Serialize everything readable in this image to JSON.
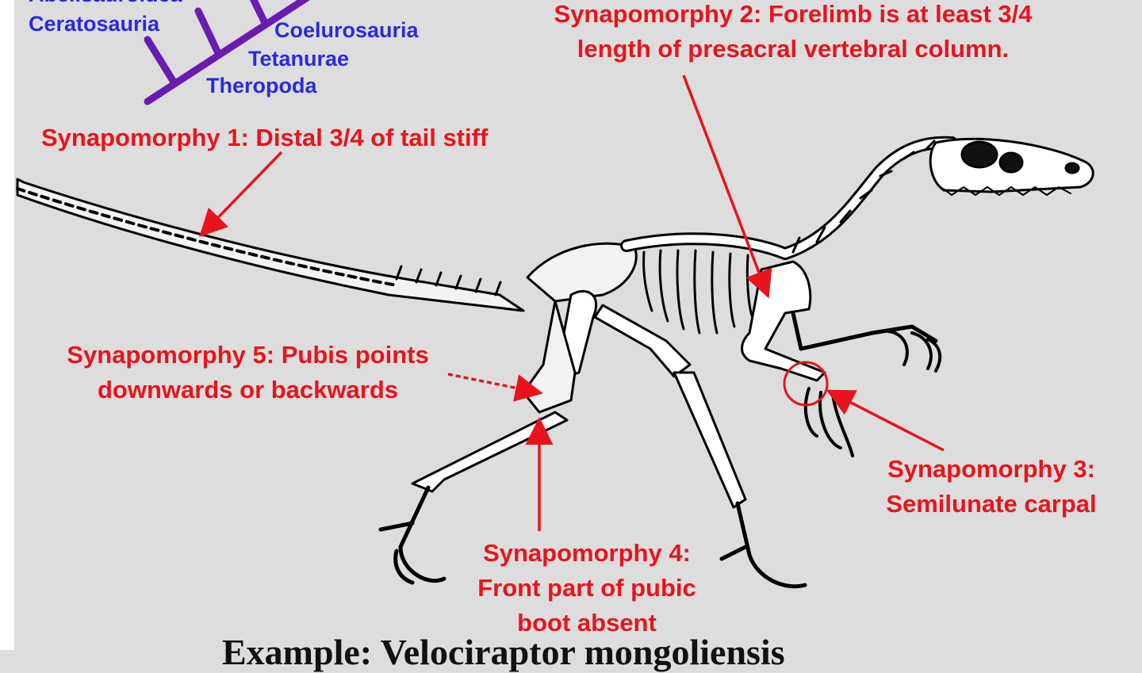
{
  "cladogram": {
    "taxa": [
      "Abelisauroidea",
      "Ceratosauria",
      "Coelurosauria",
      "Tetanurae",
      "Theropoda"
    ],
    "line_color": "#6a1bb0",
    "text_color": "#2a2ae0"
  },
  "annotations": {
    "syn1": {
      "lines": [
        "Synapomorphy 1: Distal 3/4 of tail stiff"
      ]
    },
    "syn2": {
      "lines": [
        "Synapomorphy 2: Forelimb is at least 3/4",
        "length of presacral vertebral column."
      ]
    },
    "syn3": {
      "lines": [
        "Synapomorphy 3:",
        "Semilunate carpal"
      ]
    },
    "syn4": {
      "lines": [
        "Synapomorphy 4:",
        "Front part of pubic",
        "boot absent"
      ]
    },
    "syn5": {
      "lines": [
        "Synapomorphy 5: Pubis points",
        "downwards or backwards"
      ]
    },
    "color": "#e8141c"
  },
  "figure": {
    "subject": "theropod-skeleton",
    "bottom_caption": "Example: Velociraptor mongoliensis"
  }
}
